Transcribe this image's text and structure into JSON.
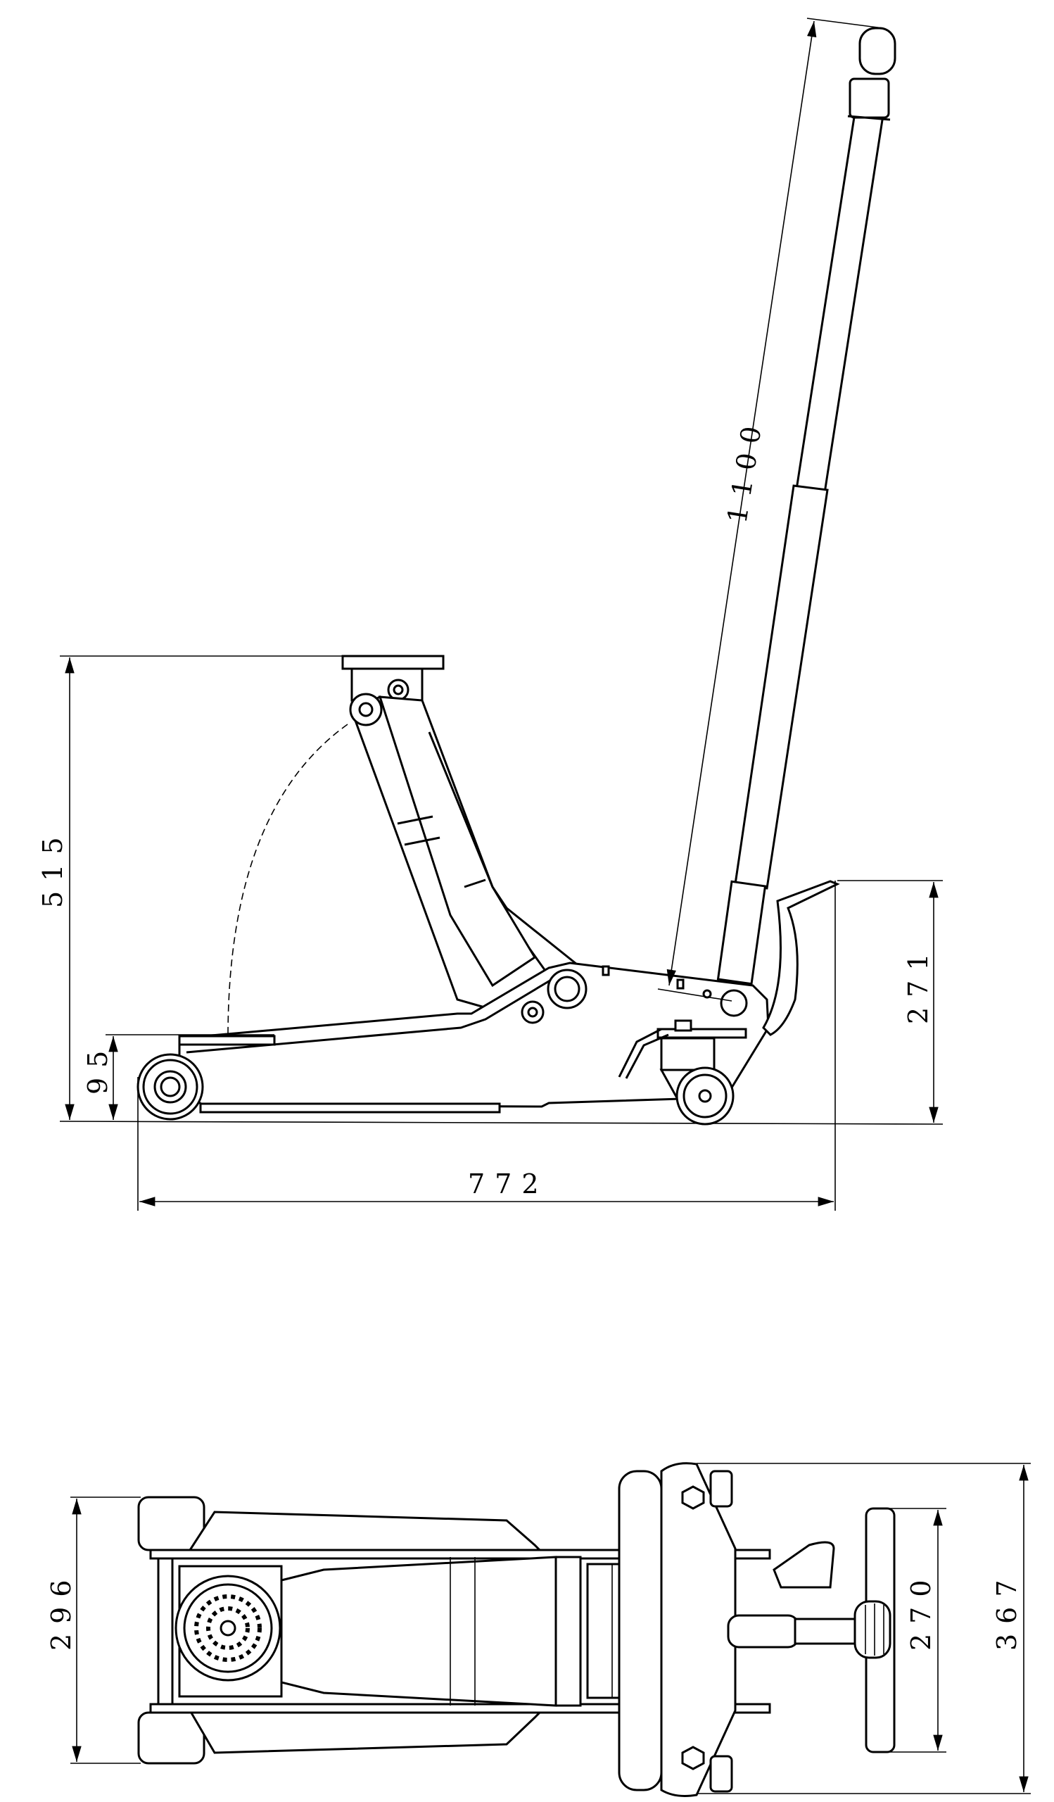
{
  "dimensions": {
    "handle_length": "1100",
    "max_height": "515",
    "min_height": "95",
    "pedal_height": "271",
    "length": "772",
    "front_width": "296",
    "handle_width": "270",
    "rear_width": "367"
  },
  "colors": {
    "line": "#000000",
    "background": "#ffffff"
  }
}
